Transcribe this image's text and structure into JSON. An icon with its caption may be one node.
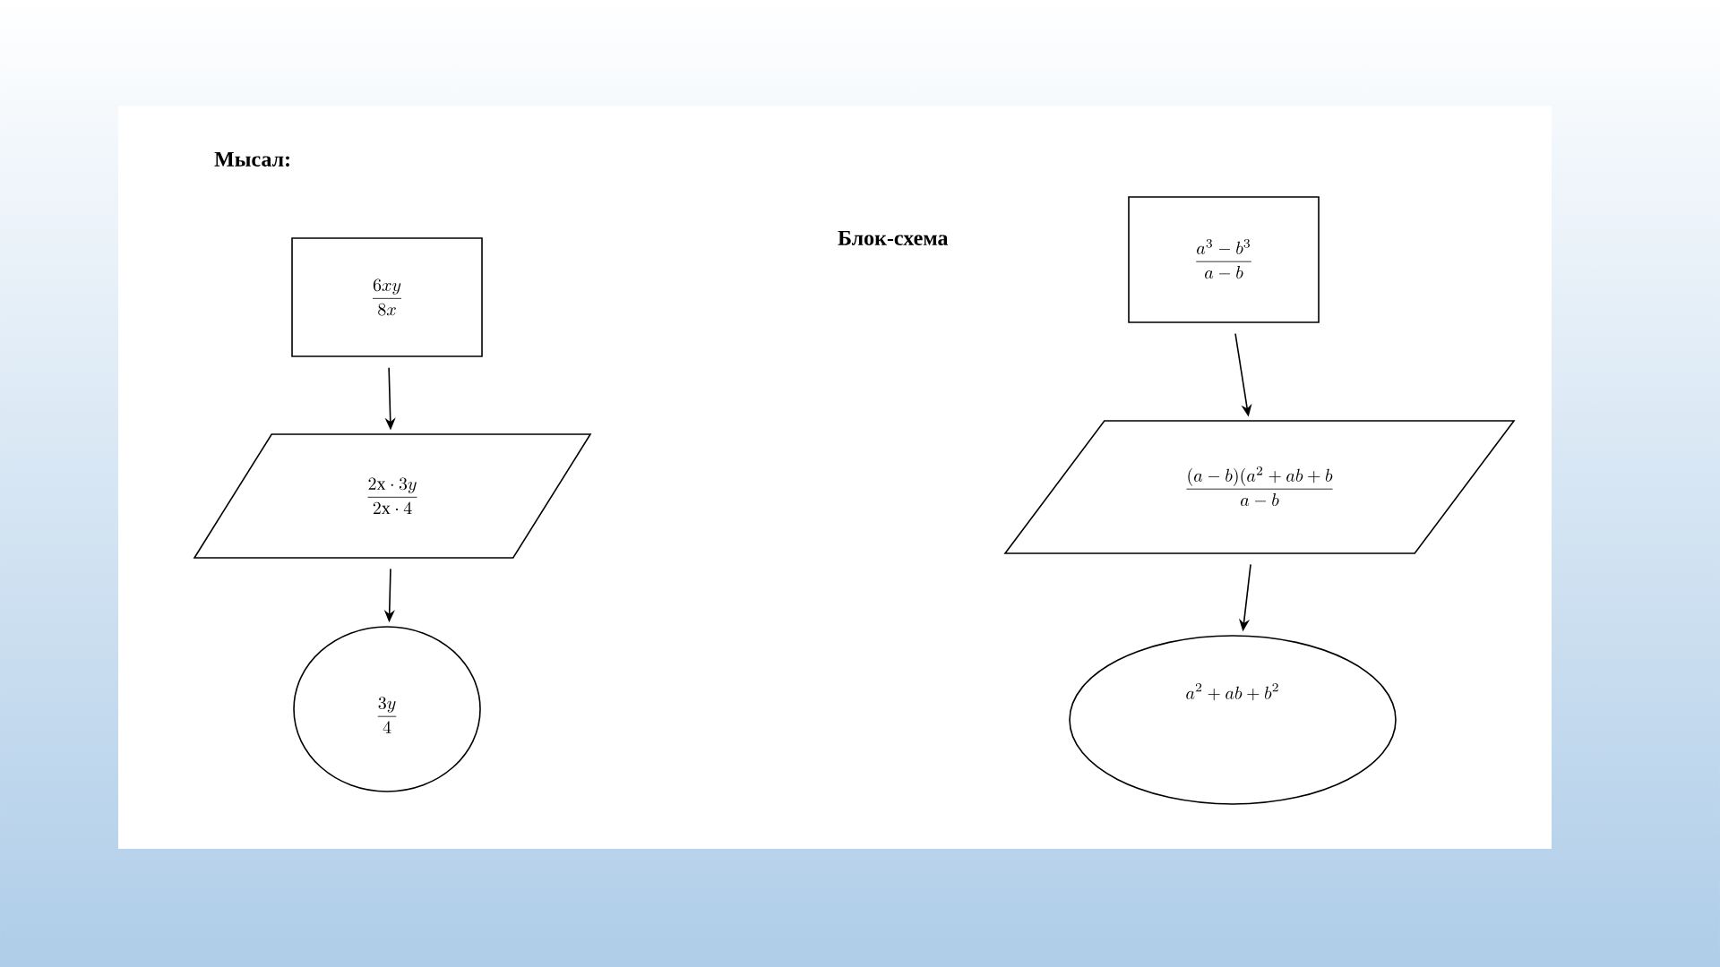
{
  "diagram": {
    "title": "Мысал:",
    "nodes": [
      {
        "text": [
          "\\frac{6xy}{8x}"
        ]
      },
      {
        "text": [
          "\\frac{2\\mathrm{x}\\cdot 3y}{2\\mathrm{x}\\cdot 4}"
        ]
      },
      {
        "text": [
          "\\frac{3y}{4}"
        ]
      },
      {
        "text": [
          "\\frac{a^3-b^3}{a-b}"
        ]
      },
      {
        "text": [
          "\\frac{(a-b)(a^2+ab+b}{a-b}"
        ]
      },
      {
        "text": [
          "a^2+ab+b^2"
        ]
      }
    ],
    "edges": [
      {
        "from": 0,
        "to": 1,
        "arrow": "to"
      },
      {
        "from": 1,
        "to": 2,
        "arrow": "to"
      },
      {
        "from": 3,
        "to": 4,
        "arrow": "to"
      },
      {
        "from": 4,
        "to": 5,
        "arrow": "to"
      }
    ],
    "labels": [
      "Блок-схема"
    ]
  }
}
